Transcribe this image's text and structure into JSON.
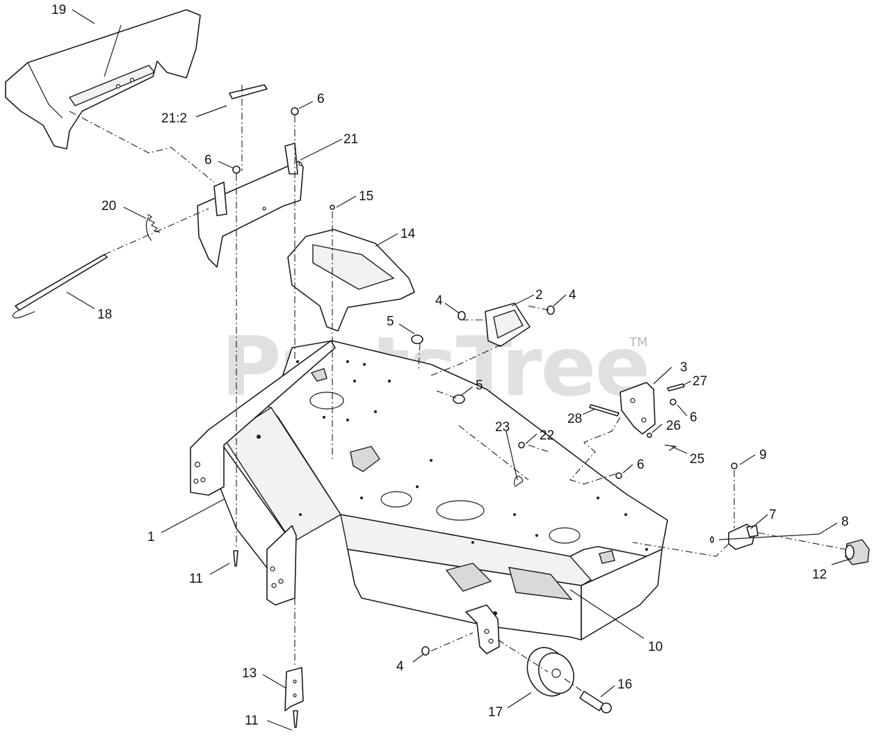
{
  "watermark": {
    "text": "PartsTree",
    "tm": "TM"
  },
  "callouts": {
    "c1": "1",
    "c2": "2",
    "c3": "3",
    "c4a": "4",
    "c4b": "4",
    "c4c": "4",
    "c5a": "5",
    "c5b": "5",
    "c6a": "6",
    "c6b": "6",
    "c6c": "6",
    "c6d": "6",
    "c7": "7",
    "c8": "8",
    "c9": "9",
    "c10": "10",
    "c11a": "11",
    "c11b": "11",
    "c12": "12",
    "c13": "13",
    "c14": "14",
    "c15": "15",
    "c16": "16",
    "c17": "17",
    "c18": "18",
    "c19": "19",
    "c20": "20",
    "c21": "21",
    "c21_2": "21:2",
    "c22": "22",
    "c23": "23",
    "c25": "25",
    "c26": "26",
    "c27": "27",
    "c28": "28"
  }
}
